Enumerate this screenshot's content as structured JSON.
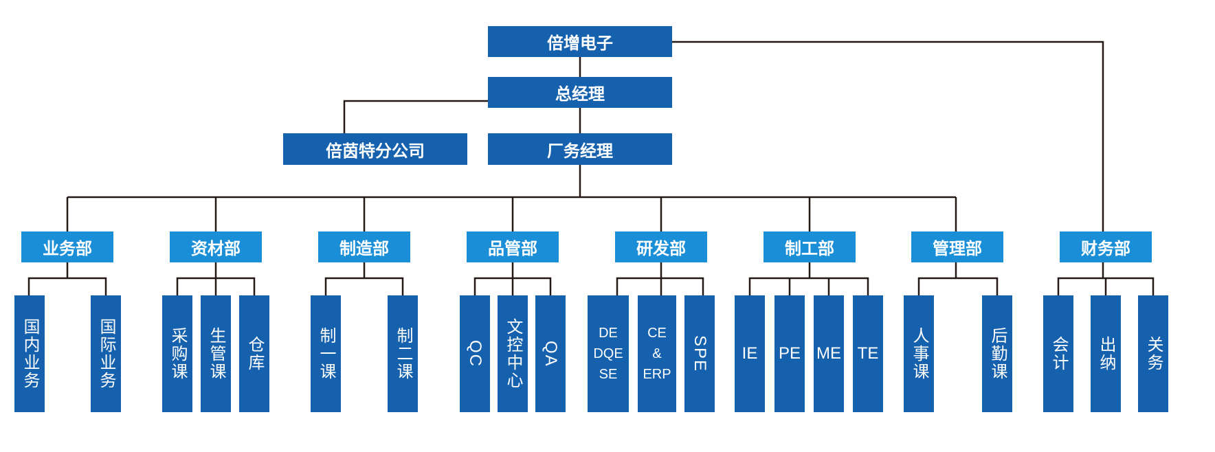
{
  "top": {
    "company": "倍增电子",
    "gm": "总经理",
    "branch": "倍茵特分公司",
    "factory_manager": "厂务经理"
  },
  "departments": {
    "business": {
      "name": "业务部",
      "subs": [
        "国内业务",
        "国际业务"
      ]
    },
    "materials": {
      "name": "资材部",
      "subs": [
        "采购课",
        "生管课",
        "仓库"
      ]
    },
    "manufacturing": {
      "name": "制造部",
      "subs": [
        "制一课",
        "制二课"
      ]
    },
    "quality": {
      "name": "品管部",
      "subs": [
        "QC",
        "文控中心",
        "QA"
      ]
    },
    "rnd": {
      "name": "研发部",
      "subs": [
        "DE\nDQE\nSE",
        "CE\n&\nERP",
        "SPE"
      ]
    },
    "engineering": {
      "name": "制工部",
      "subs": [
        "IE",
        "PE",
        "ME",
        "TE"
      ]
    },
    "management": {
      "name": "管理部",
      "subs": [
        "人事课",
        "后勤课"
      ]
    },
    "finance": {
      "name": "财务部",
      "subs": [
        "会计",
        "出纳",
        "关务"
      ]
    }
  }
}
